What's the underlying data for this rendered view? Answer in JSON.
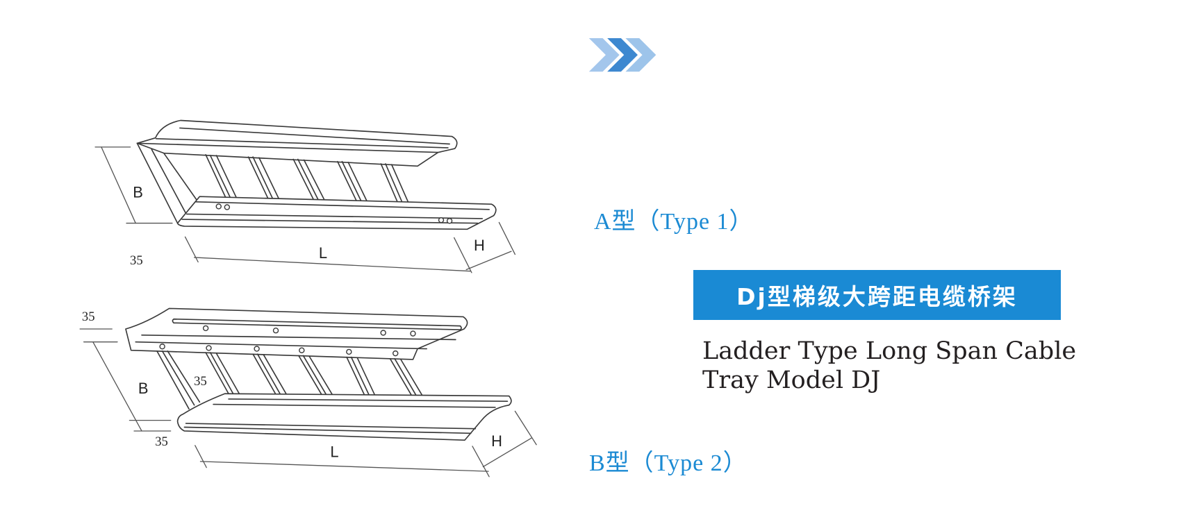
{
  "theme": {
    "accent": "#1b8ad3",
    "banner_bg": "#1a8ad4",
    "banner_text": "#ffffff",
    "body_text": "#231f20",
    "line": "#3a3a3a"
  },
  "header": {
    "icon": "triple-chevron-right-icon",
    "chevron_colors": [
      "#a3c6ec",
      "#3d88d0",
      "#9dc4ea"
    ]
  },
  "product": {
    "title_cn": "Dj型梯级大跨距电缆桥架",
    "title_en_lines": [
      "Ladder Type Long Span Cable",
      "Tray Model DJ"
    ]
  },
  "type_a": {
    "label": "A型（Type 1）",
    "dimension_labels": {
      "b": "B",
      "l": "L",
      "h": "H",
      "offset": "35"
    }
  },
  "type_b": {
    "label": "B型（Type 2）",
    "dimension_labels": {
      "offset_top": "35",
      "b": "B",
      "offset_rung": "35",
      "offset_bottom": "35",
      "l": "L",
      "h": "H"
    }
  }
}
